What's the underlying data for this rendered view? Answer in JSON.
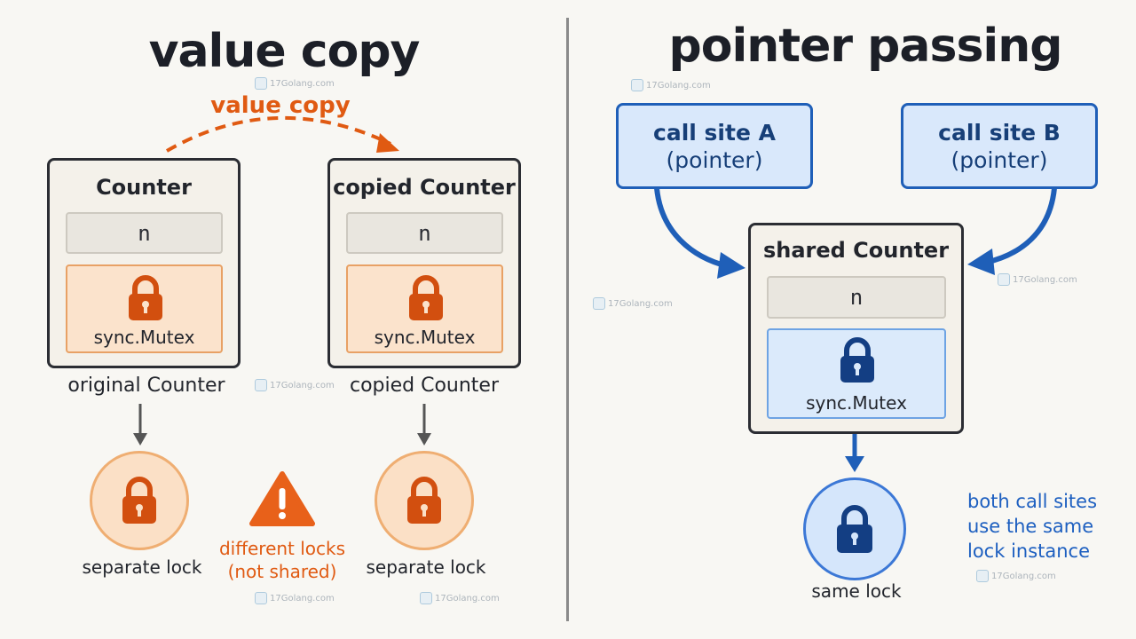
{
  "left": {
    "title": "value copy",
    "arrow_label": "value copy",
    "original_box": {
      "title": "Counter",
      "field": "n",
      "mutex": "sync.Mutex",
      "caption": "original Counter"
    },
    "copied_box": {
      "title": "copied Counter",
      "field": "n",
      "mutex": "sync.Mutex",
      "caption": "copied Counter"
    },
    "lock_left_label": "separate lock",
    "lock_right_label": "separate lock",
    "warning_line1": "different locks",
    "warning_line2": "(not shared)"
  },
  "right": {
    "title": "pointer passing",
    "call_site_a": {
      "line1": "call site A",
      "line2": "(pointer)"
    },
    "call_site_b": {
      "line1": "call site B",
      "line2": "(pointer)"
    },
    "shared_box": {
      "title": "shared Counter",
      "field": "n",
      "mutex": "sync.Mutex"
    },
    "lock_label": "same lock",
    "note": [
      "both call sites",
      "use the same",
      "lock instance"
    ]
  },
  "watermark": "17Golang.com",
  "colors": {
    "orange": "#e05a12",
    "blue": "#1f5fb8",
    "dark": "#2b2d33",
    "background": "#f8f7f3"
  },
  "icons": [
    "padlock-icon",
    "warning-icon",
    "arrow-icon"
  ]
}
